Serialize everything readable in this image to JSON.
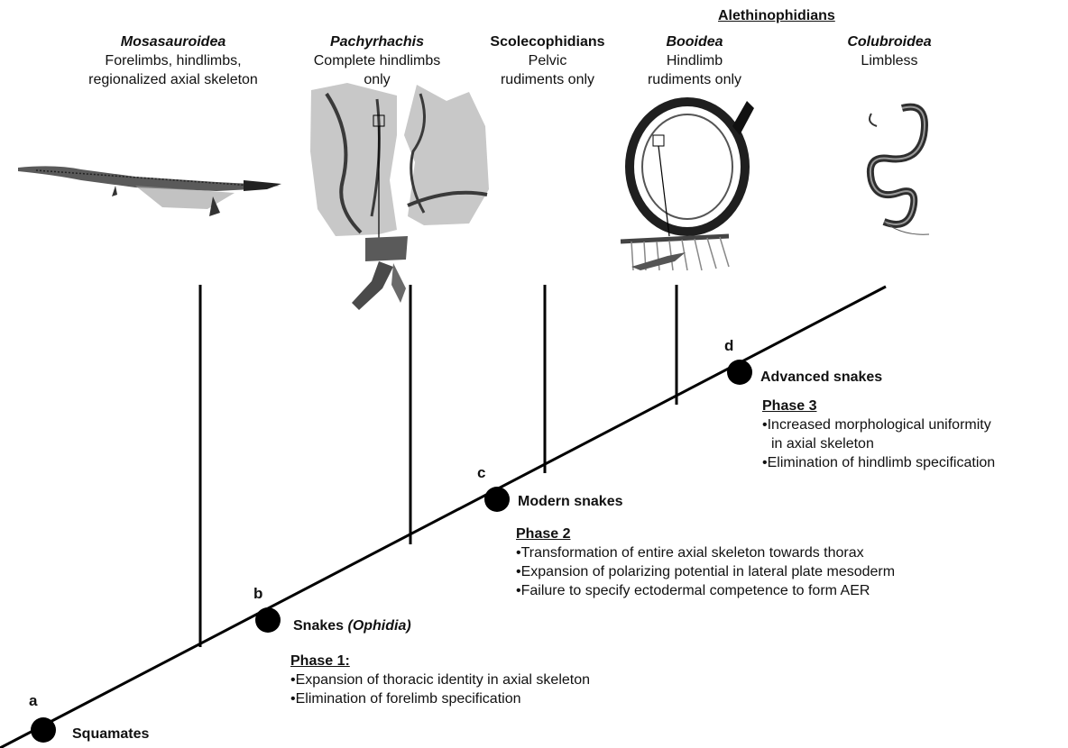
{
  "group": {
    "title": "Alethinophidians"
  },
  "taxa": [
    {
      "name": "Mosasauroidea",
      "italic": true,
      "lines": [
        "Forelimbs, hindlimbs,",
        "regionalized axial skeleton"
      ]
    },
    {
      "name": "Pachyrhachis",
      "italic": true,
      "lines": [
        "Complete hindlimbs",
        "only"
      ]
    },
    {
      "name": "Scolecophidians",
      "italic": false,
      "lines": [
        "Pelvic",
        "rudiments only"
      ]
    },
    {
      "name": "Booidea",
      "italic": true,
      "lines": [
        "Hindlimb",
        "rudiments only"
      ]
    },
    {
      "name": "Colubroidea",
      "italic": true,
      "lines": [
        "Limbless"
      ]
    }
  ],
  "nodes": [
    {
      "letter": "a",
      "label": "Squamates",
      "label_italic_part": ""
    },
    {
      "letter": "b",
      "label": "Snakes ",
      "label_italic_part": "(Ophidia)"
    },
    {
      "letter": "c",
      "label": "Modern snakes",
      "label_italic_part": ""
    },
    {
      "letter": "d",
      "label": "Advanced snakes",
      "label_italic_part": ""
    }
  ],
  "phases": [
    {
      "title": "Phase 1:",
      "items": [
        "•Expansion of thoracic identity in axial skeleton",
        "•Elimination of forelimb specification"
      ]
    },
    {
      "title": "Phase 2",
      "items": [
        "•Transformation of entire axial skeleton towards thorax",
        "•Expansion of polarizing potential in lateral plate mesoderm",
        "•Failure to specify ectodermal competence to form  AER"
      ]
    },
    {
      "title": "Phase 3",
      "items": [
        "•Increased morphological uniformity",
        "in axial skeleton",
        "•Elimination of hindlimb specification"
      ]
    }
  ],
  "colors": {
    "line": "#000000",
    "node": "#000000",
    "fossil_matrix": "#c8c8c8",
    "fossil_dark": "#3a3a3a"
  }
}
